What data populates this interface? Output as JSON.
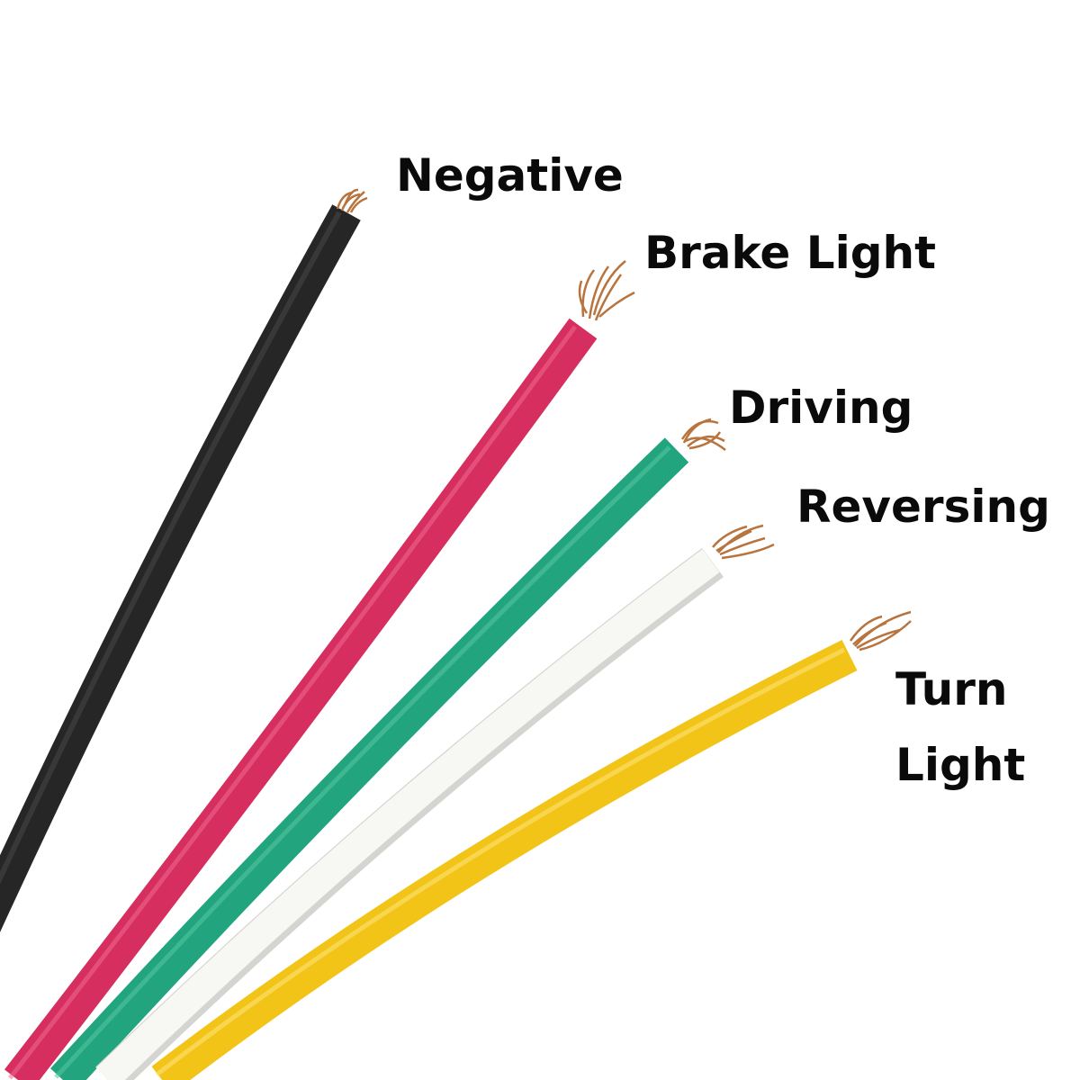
{
  "wires": [
    {
      "id": "negative",
      "label": "Negative",
      "color": "#262626",
      "shade": "#141414"
    },
    {
      "id": "brake-light",
      "label": "Brake Light",
      "color": "#d62e5e",
      "shade": "#a81f46"
    },
    {
      "id": "driving",
      "label": "Driving",
      "color": "#22a57e",
      "shade": "#178060"
    },
    {
      "id": "reversing",
      "label": "Reversing",
      "color": "#f7f7f4",
      "shade": "#cfcfca"
    },
    {
      "id": "turn-light",
      "label_lines": [
        "Turn",
        "Light"
      ],
      "color": "#f2c418",
      "shade": "#d0a30c"
    }
  ],
  "copper_color": "#b8743e",
  "background": "#ffffff"
}
